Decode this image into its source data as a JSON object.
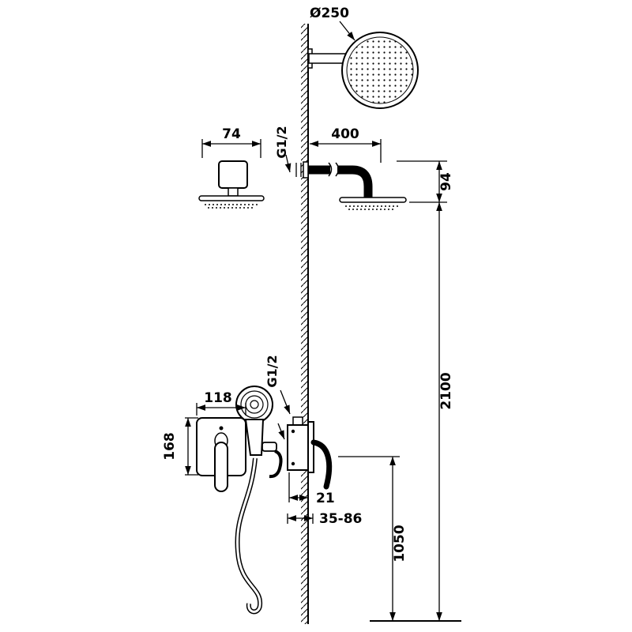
{
  "labels": {
    "head_diameter": "Ø250",
    "flange_width": "74",
    "top_thread": "G1/2",
    "arm_length": "400",
    "head_drop": "94",
    "total_height": "2100",
    "plate_width": "118",
    "plate_height": "168",
    "bottom_thread": "G1/2",
    "handle_offset": "21",
    "recess_depth": "35-86",
    "valve_height": "1050"
  },
  "colors": {
    "line": "#000000",
    "background": "#ffffff"
  }
}
